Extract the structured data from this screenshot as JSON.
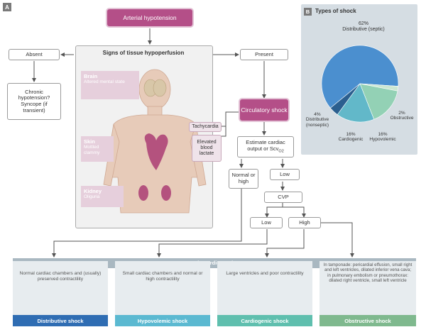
{
  "panel_a_letter": "A",
  "panel_b_letter": "B",
  "top": {
    "arterial_hypotension": "Arterial hypotension"
  },
  "hypoperfusion": {
    "title": "Signs of tissue hypoperfusion",
    "brain": {
      "name": "Brain",
      "sign": "Altered mental state"
    },
    "skin": {
      "name": "Skin",
      "sign": "Mottled clammy"
    },
    "kidney": {
      "name": "Kidney",
      "sign": "Oliguria"
    },
    "tachycardia": "Tachycardia",
    "lactate": "Elevated blood lactate"
  },
  "left_branch": {
    "absent": "Absent",
    "outcome": "Chronic hypotension? Syncope (if transient)"
  },
  "right_branch": {
    "present": "Present",
    "circulatory_shock": "Circulatory shock",
    "estimate": "Estimate cardiac output or Scv",
    "estimate_sub": "O2",
    "normal_high": "Normal or high",
    "low": "Low",
    "cvp": "CVP",
    "cvp_low": "Low",
    "cvp_high": "High"
  },
  "echo": {
    "title": "Echocardiography",
    "columns": [
      {
        "desc": "Normal cardiac chambers and (usually) preserved contractility",
        "title": "Distributive shock",
        "color": "#2f6db3"
      },
      {
        "desc": "Small cardiac chambers and normal or high contractility",
        "title": "Hypovolemic shock",
        "color": "#5bb9d1"
      },
      {
        "desc": "Large ventricles and poor contractility",
        "title": "Cardiogenic shock",
        "color": "#5fbfae"
      },
      {
        "desc": "In tamponade: pericardial effusion, small right and left ventricles, dilated inferior vena cava; in pulmonary embolism or pneumothorax: dilated right ventricle, small left ventricle",
        "title": "Obstructive shock",
        "color": "#7fb98e"
      }
    ]
  },
  "pie": {
    "title": "Types of shock",
    "chart_data": {
      "type": "pie",
      "slices": [
        {
          "label": "Distributive (septic)",
          "value": 62,
          "pct_label": "62%",
          "color": "#4b8fcf"
        },
        {
          "label": "Obstructive",
          "value": 2,
          "pct_label": "2%",
          "color": "#cde7d2"
        },
        {
          "label": "Hypovolemic",
          "value": 16,
          "pct_label": "16%",
          "color": "#93d1b5"
        },
        {
          "label": "Cardiogenic",
          "value": 16,
          "pct_label": "16%",
          "color": "#62b8c9"
        },
        {
          "label": "Distributive (nonseptic)",
          "value": 4,
          "pct_label": "4%",
          "color": "#2b5f8f"
        }
      ]
    }
  }
}
